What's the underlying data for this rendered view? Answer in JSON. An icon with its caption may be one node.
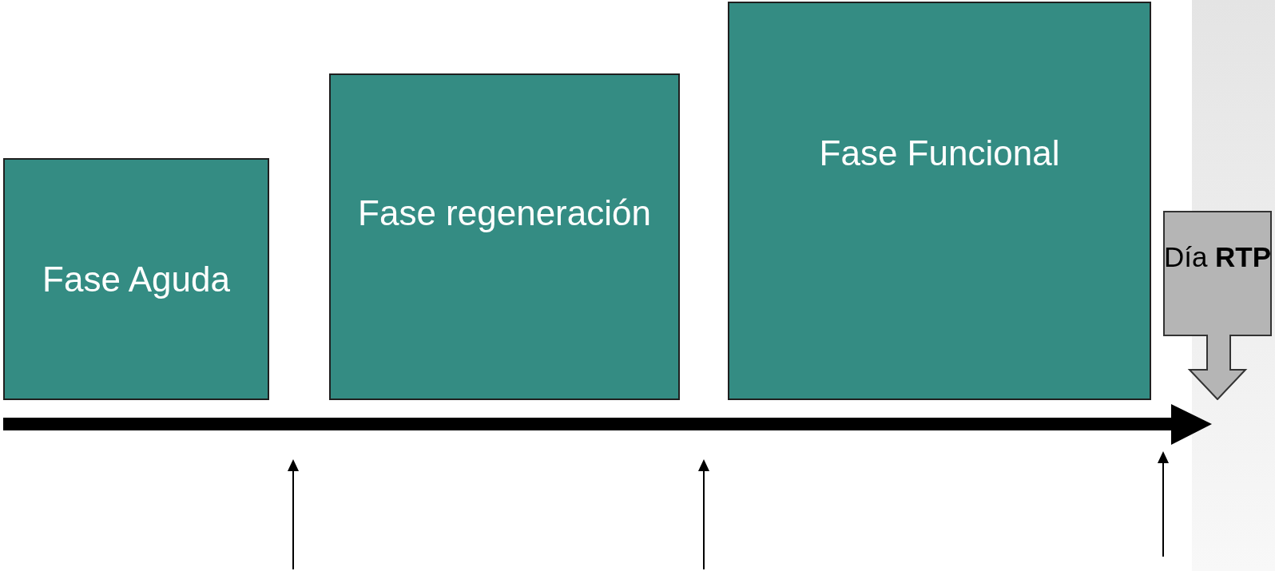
{
  "diagram": {
    "nodes": [
      {
        "text": [
          "Fase Aguda"
        ]
      },
      {
        "text": [
          "Fase regeneración"
        ]
      },
      {
        "text": [
          "Fase Funcional"
        ]
      },
      {
        "text": [
          "Día **RTP**"
        ]
      }
    ],
    "edges": []
  }
}
